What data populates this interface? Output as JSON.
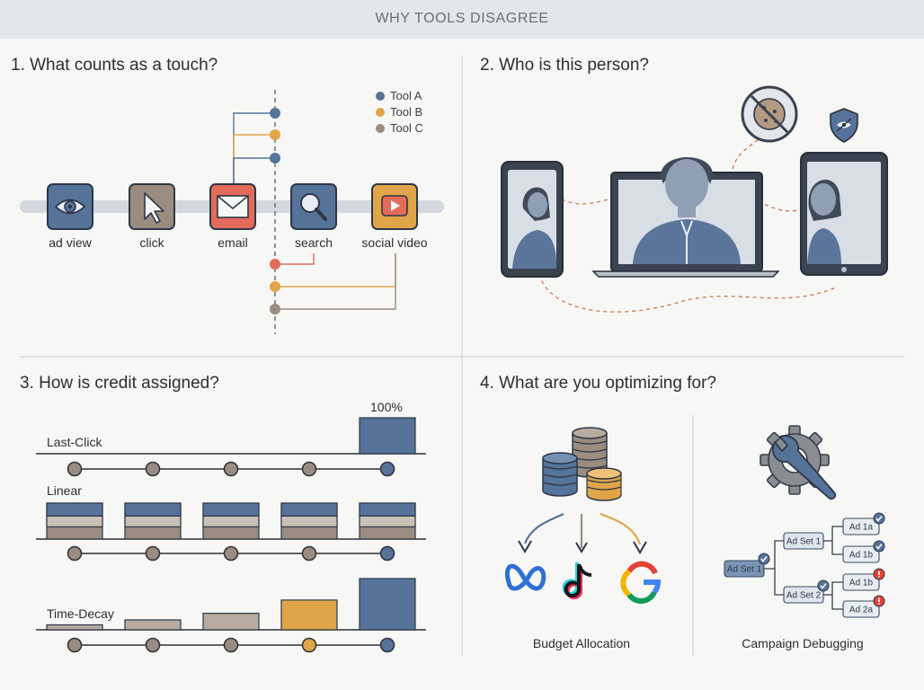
{
  "header": {
    "title": "WHY TOOLS DISAGREE"
  },
  "q1": {
    "title": "1. What counts as a touch?",
    "touchpoints": [
      {
        "label": "ad view",
        "icon": "eye-icon"
      },
      {
        "label": "click",
        "icon": "cursor-icon"
      },
      {
        "label": "email",
        "icon": "envelope-icon"
      },
      {
        "label": "search",
        "icon": "magnifier-icon"
      },
      {
        "label": "social video",
        "icon": "play-icon"
      }
    ],
    "legend": [
      {
        "label": "Tool A",
        "color": "#56739a"
      },
      {
        "label": "Tool B",
        "color": "#e0a548"
      },
      {
        "label": "Tool C",
        "color": "#9a8c80"
      }
    ]
  },
  "q2": {
    "title": "2. Who is this person?",
    "icons": [
      "cookie-blocked-icon",
      "privacy-shield-icon"
    ]
  },
  "q3": {
    "title": "3. How is credit assigned?",
    "rows": [
      {
        "label": "Last-Click",
        "credit": [
          0,
          0,
          0,
          0,
          1
        ],
        "peak_label": "100%"
      },
      {
        "label": "Linear",
        "credit": [
          0.2,
          0.2,
          0.2,
          0.2,
          0.2
        ]
      },
      {
        "label": "Time-Decay",
        "credit": [
          0.06,
          0.12,
          0.2,
          0.36,
          0.62
        ]
      }
    ]
  },
  "q4": {
    "title": "4. What are you optimizing for?",
    "left_caption": "Budget Allocation",
    "right_caption": "Campaign Debugging",
    "tree": {
      "root": "Ad Set 1",
      "sets": [
        {
          "label": "Ad Set 1",
          "ads": [
            {
              "label": "Ad 1a",
              "status": "ok"
            },
            {
              "label": "Ad 1b",
              "status": "ok"
            }
          ]
        },
        {
          "label": "Ad Set 2",
          "ads": [
            {
              "label": "Ad 1b",
              "status": "alert"
            },
            {
              "label": "Ad 2a",
              "status": "alert"
            }
          ]
        }
      ]
    }
  },
  "colors": {
    "blue": "#56739a",
    "orange": "#e0a548",
    "taupe": "#9a8c80",
    "coral": "#e36b5a"
  }
}
